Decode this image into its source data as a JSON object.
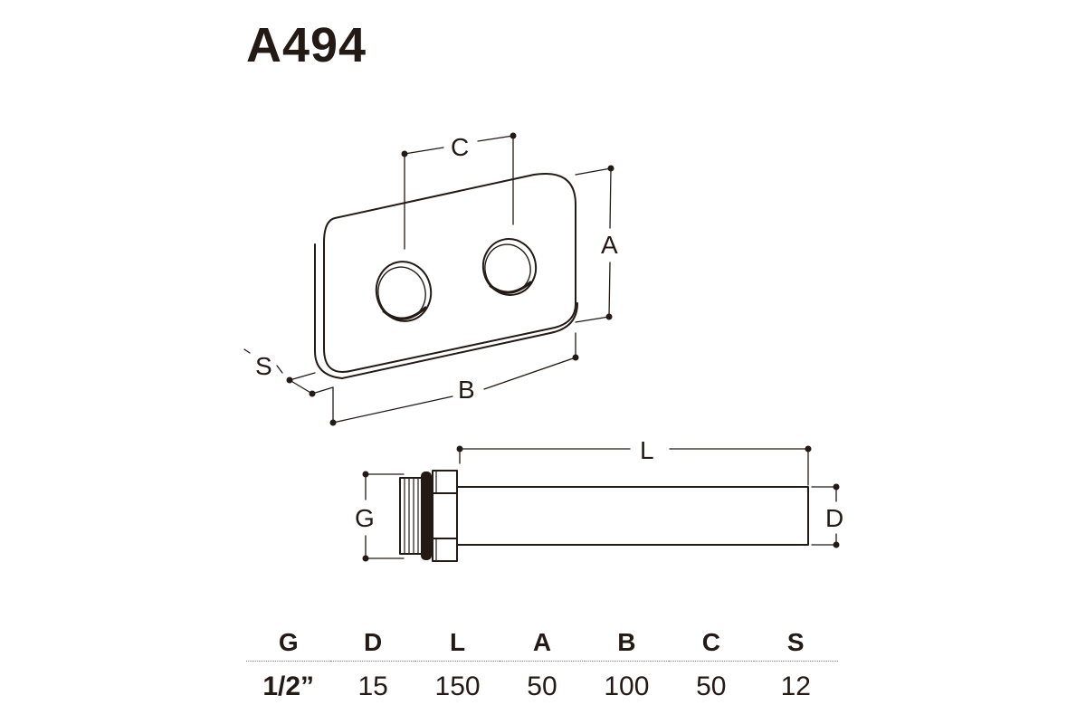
{
  "title": "A494",
  "dimension_labels": {
    "plate": {
      "c": "C",
      "a": "A",
      "s": "S",
      "b": "B"
    },
    "pipe": {
      "l": "L",
      "g": "G",
      "d": "D"
    }
  },
  "table": {
    "headers": [
      "G",
      "D",
      "L",
      "A",
      "B",
      "C",
      "S"
    ],
    "rows": [
      [
        "1/2”",
        "15",
        "150",
        "50",
        "100",
        "50",
        "12"
      ]
    ]
  },
  "colors": {
    "ink": "#231a15",
    "rule": "#8a8a8a"
  }
}
